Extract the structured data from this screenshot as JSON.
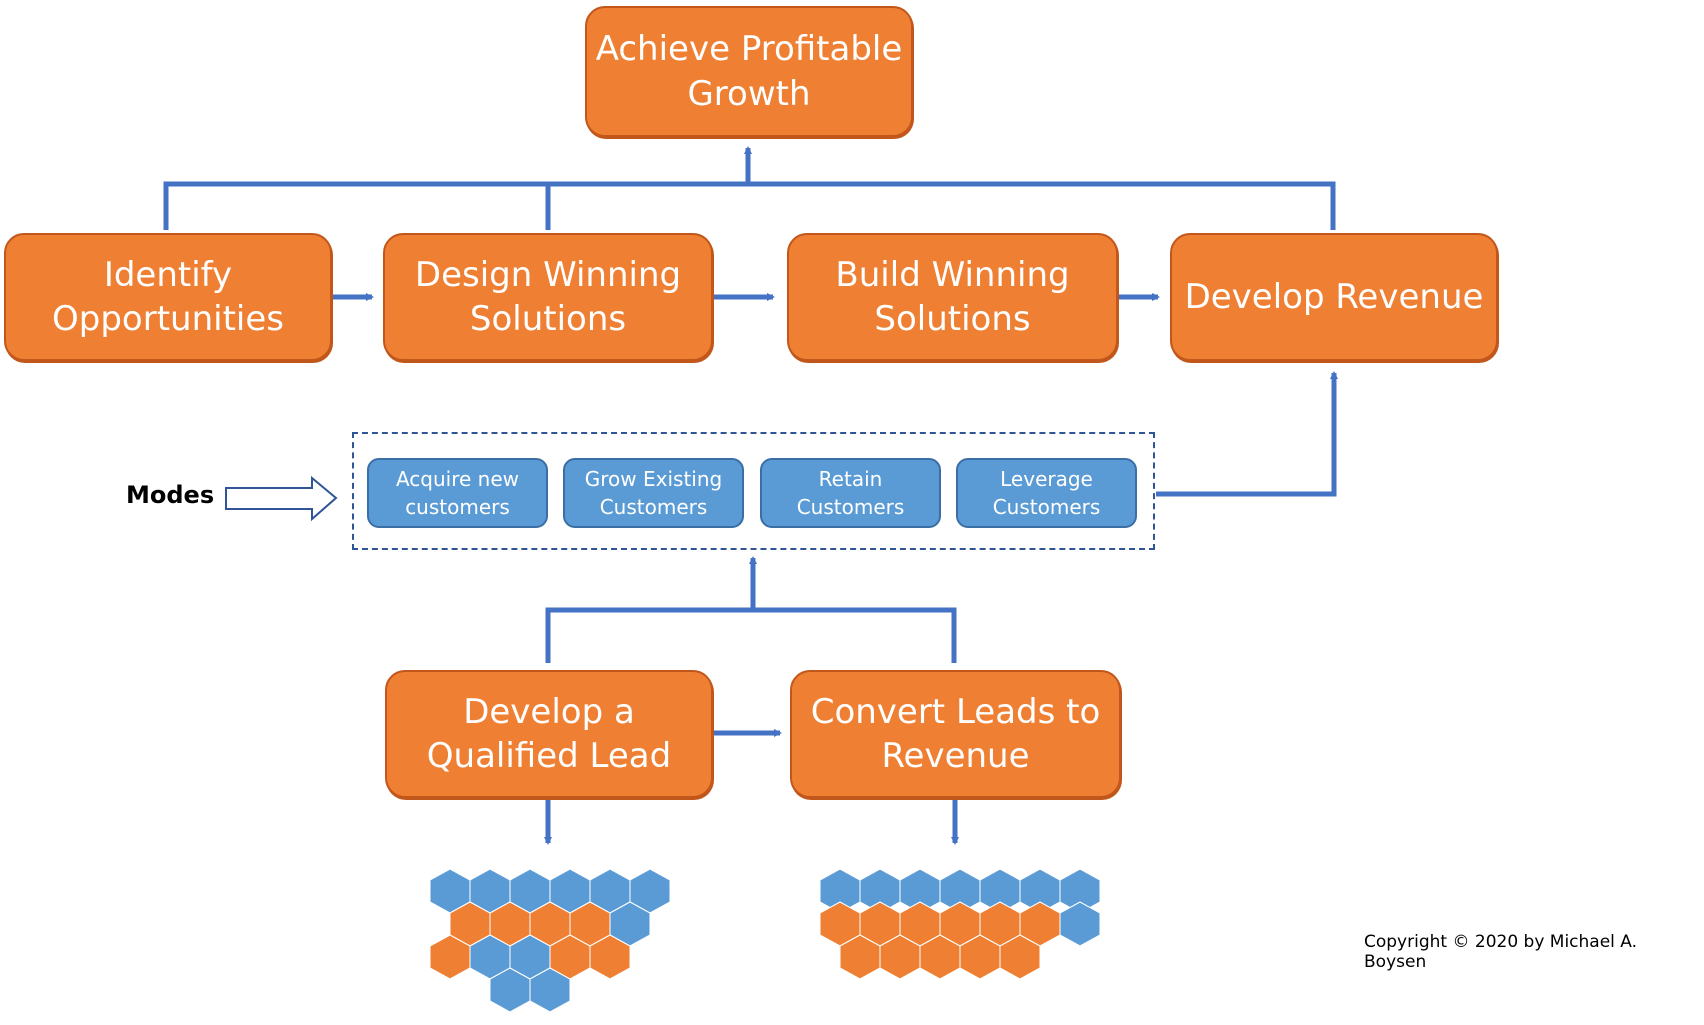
{
  "goal": {
    "label": "Achieve Profitable Growth"
  },
  "stages": [
    {
      "label": "Identify Opportunities"
    },
    {
      "label": "Design Winning Solutions"
    },
    {
      "label": "Build Winning Solutions"
    },
    {
      "label": "Develop Revenue"
    }
  ],
  "modes": {
    "label": "Modes",
    "items": [
      {
        "label": "Acquire new customers"
      },
      {
        "label": "Grow Existing Customers"
      },
      {
        "label": "Retain Customers"
      },
      {
        "label": "Leverage Customers"
      }
    ]
  },
  "processes": [
    {
      "label": "Develop a Qualified Lead"
    },
    {
      "label": "Convert Leads to Revenue"
    }
  ],
  "copyright": "Copyright © 2020 by Michael A. Boysen",
  "colors": {
    "orange": "#ee7f33",
    "orange_border": "#c2571b",
    "blue": "#5b9bd5",
    "blue_border": "#3a6ea5",
    "connector": "#4472c4",
    "frame": "#2f5597"
  }
}
